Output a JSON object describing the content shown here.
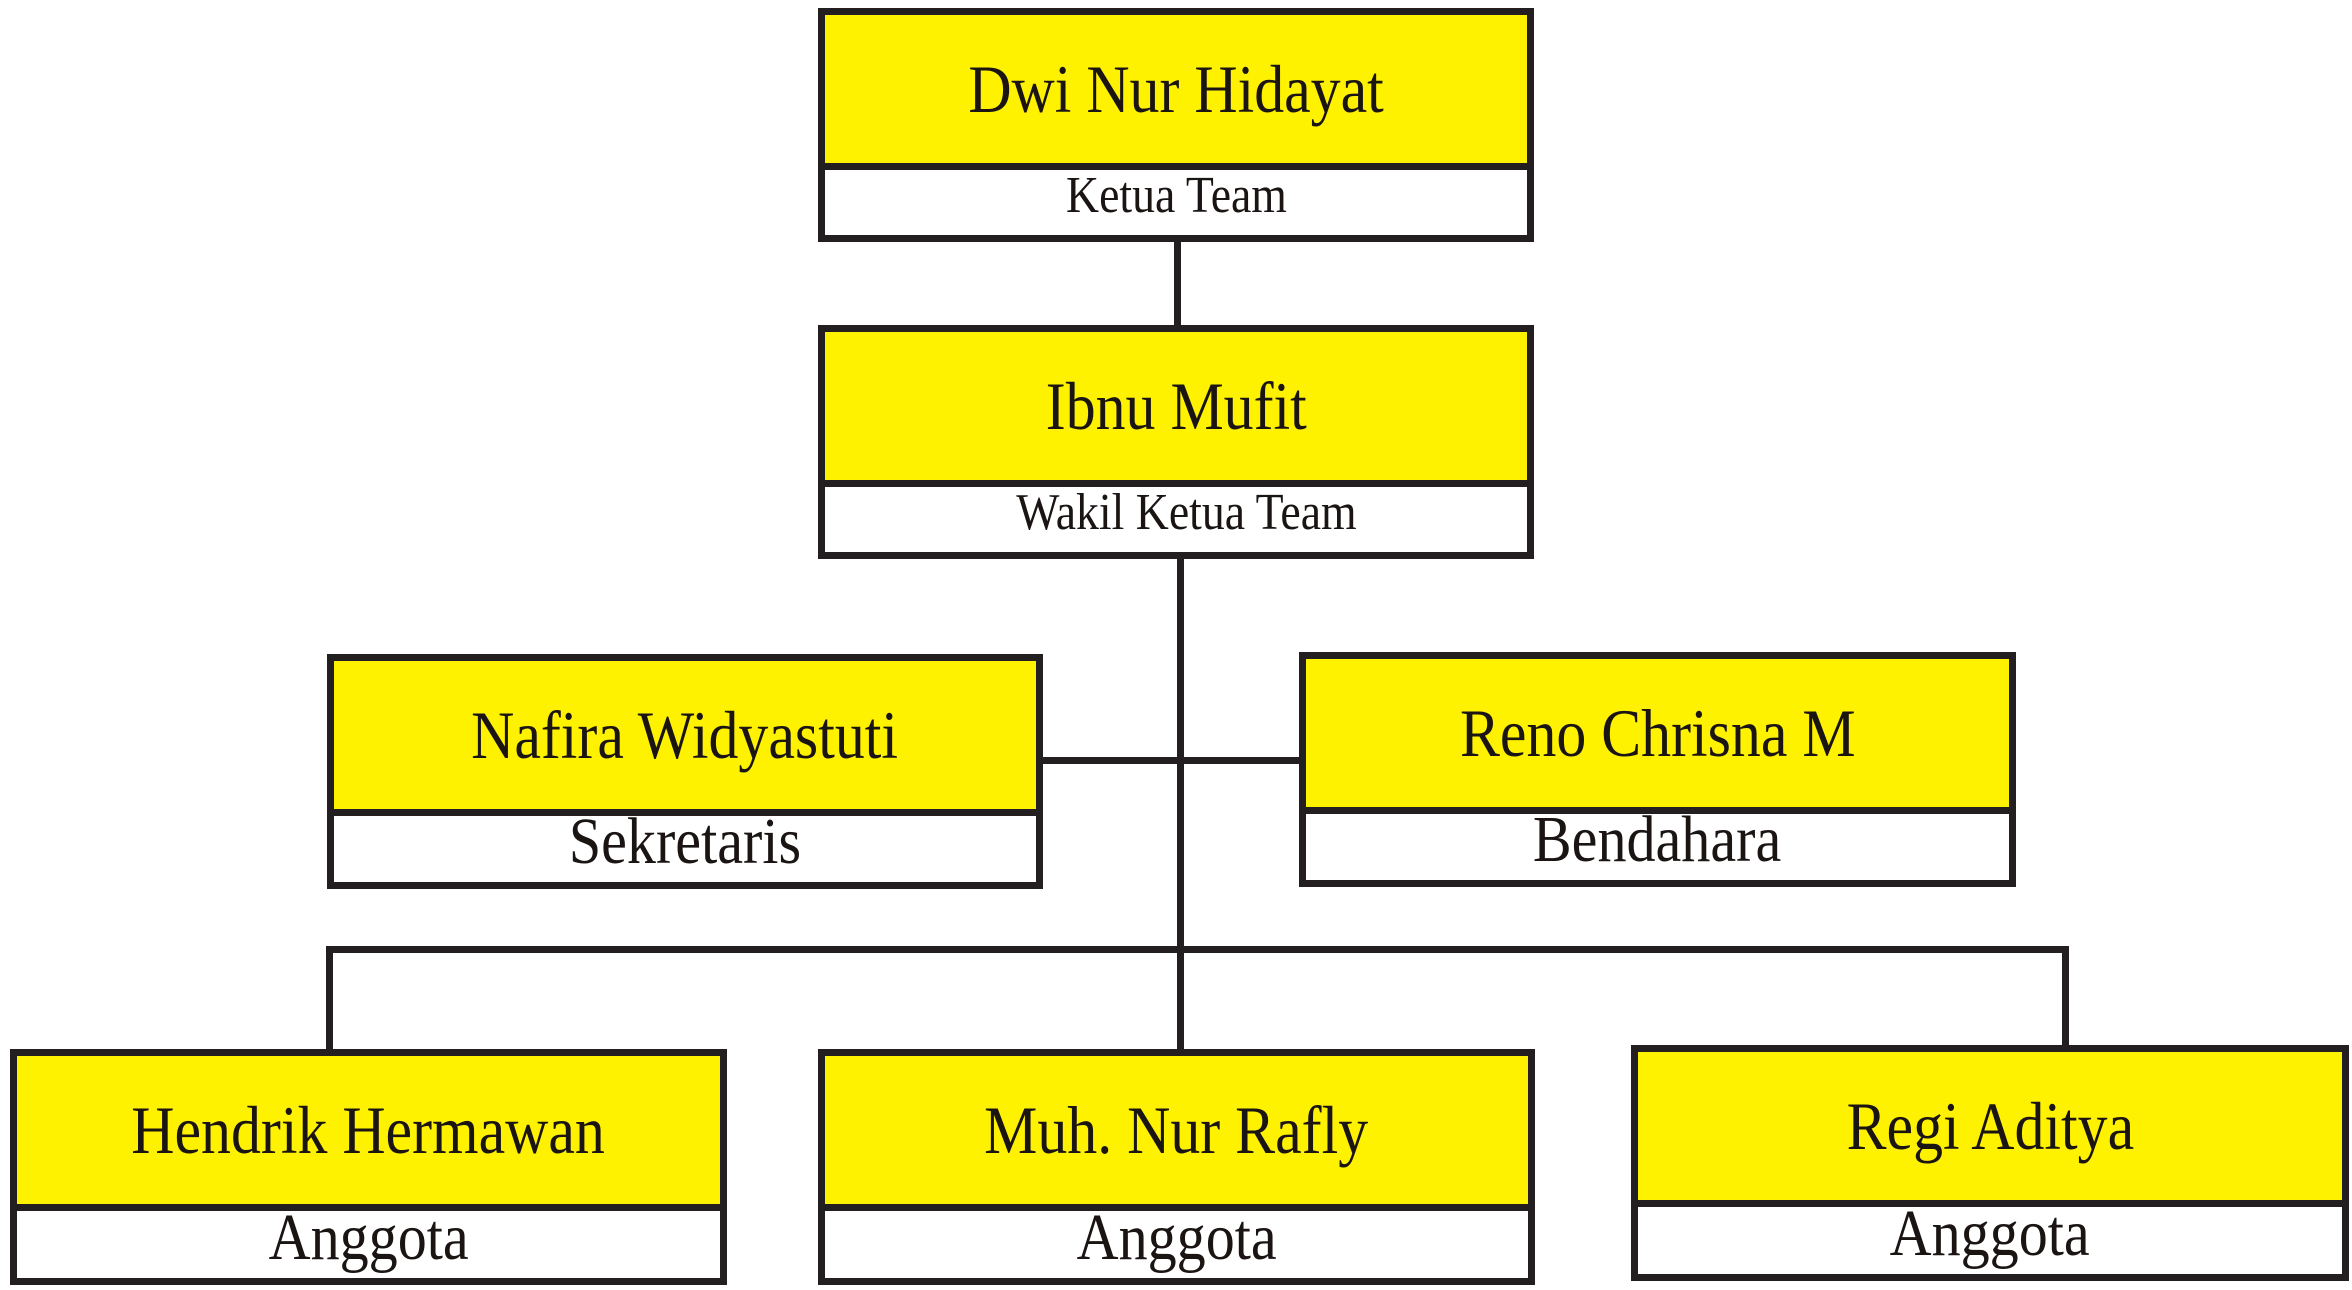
{
  "colors": {
    "name_fill": "#fff200",
    "border": "#231f20",
    "role_fill": "#ffffff"
  },
  "members": [
    {
      "name": "Dwi Nur Hidayat",
      "role": "Ketua Team"
    },
    {
      "name": "Ibnu Mufit",
      "role": "Wakil Ketua Team"
    },
    {
      "name": "Nafira Widyastuti",
      "role": "Sekretaris"
    },
    {
      "name": "Reno Chrisna M",
      "role": "Bendahara"
    },
    {
      "name": "Hendrik Hermawan",
      "role": "Anggota"
    },
    {
      "name": "Muh. Nur Rafly",
      "role": "Anggota"
    },
    {
      "name": "Regi Aditya",
      "role": "Anggota"
    }
  ]
}
